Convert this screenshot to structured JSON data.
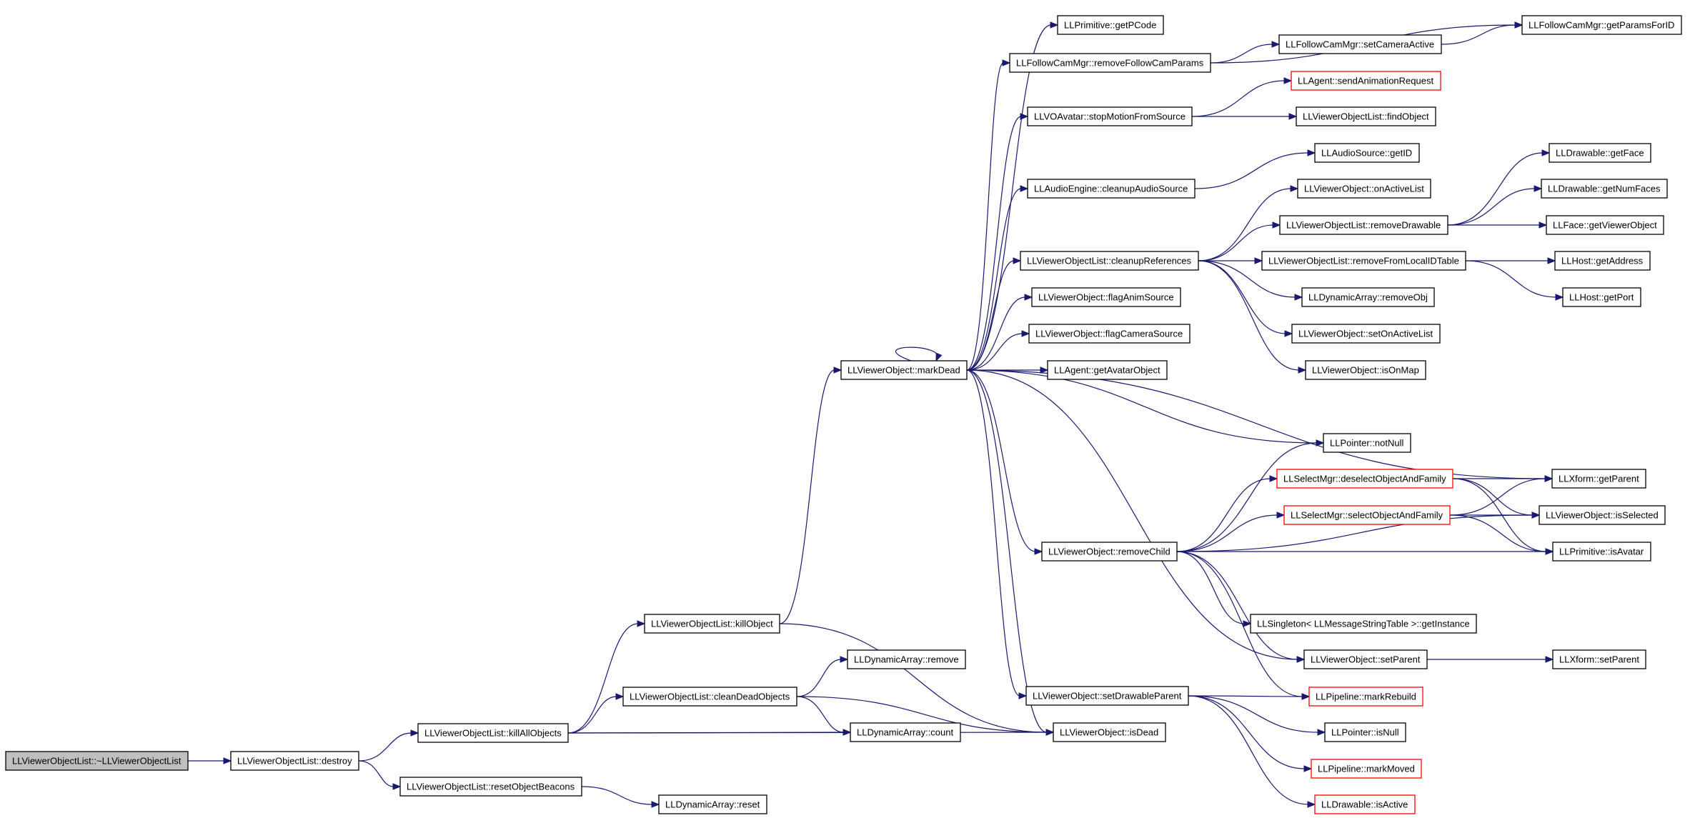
{
  "diagram": {
    "type": "call-graph",
    "colors": {
      "edge": "#191970",
      "border": "#000000",
      "incomplete_border": "#ff0000",
      "root_fill": "#bfbfbf"
    },
    "nodes": [
      {
        "id": "n1",
        "label": "LLViewerObjectList::~LLViewerObjectList",
        "style": "root"
      },
      {
        "id": "n2",
        "label": "LLViewerObjectList::destroy"
      },
      {
        "id": "n3",
        "label": "LLViewerObjectList::killAllObjects"
      },
      {
        "id": "n4",
        "label": "LLViewerObjectList::resetObjectBeacons"
      },
      {
        "id": "n5",
        "label": "LLDynamicArray::reset"
      },
      {
        "id": "n6",
        "label": "LLViewerObjectList::killObject"
      },
      {
        "id": "n7",
        "label": "LLViewerObjectList::cleanDeadObjects"
      },
      {
        "id": "n8",
        "label": "LLDynamicArray::remove"
      },
      {
        "id": "n9",
        "label": "LLDynamicArray::count"
      },
      {
        "id": "n10",
        "label": "LLViewerObject::markDead"
      },
      {
        "id": "n11",
        "label": "LLPrimitive::getPCode"
      },
      {
        "id": "n12",
        "label": "LLFollowCamMgr::removeFollowCamParams"
      },
      {
        "id": "n13",
        "label": "LLVOAvatar::stopMotionFromSource"
      },
      {
        "id": "n14",
        "label": "LLAudioEngine::cleanupAudioSource"
      },
      {
        "id": "n15",
        "label": "LLViewerObjectList::cleanupReferences"
      },
      {
        "id": "n16",
        "label": "LLViewerObject::flagAnimSource"
      },
      {
        "id": "n17",
        "label": "LLViewerObject::flagCameraSource"
      },
      {
        "id": "n18",
        "label": "LLAgent::getAvatarObject"
      },
      {
        "id": "n19",
        "label": "LLViewerObject::removeChild"
      },
      {
        "id": "n20",
        "label": "LLViewerObject::setDrawableParent"
      },
      {
        "id": "n21",
        "label": "LLViewerObject::isDead"
      },
      {
        "id": "n22",
        "label": "LLFollowCamMgr::setCameraActive"
      },
      {
        "id": "n23",
        "label": "LLFollowCamMgr::getParamsForID"
      },
      {
        "id": "n24",
        "label": "LLAgent::sendAnimationRequest",
        "style": "red"
      },
      {
        "id": "n25",
        "label": "LLViewerObjectList::findObject"
      },
      {
        "id": "n26",
        "label": "LLAudioSource::getID"
      },
      {
        "id": "n27",
        "label": "LLViewerObject::onActiveList"
      },
      {
        "id": "n28",
        "label": "LLViewerObjectList::removeDrawable"
      },
      {
        "id": "n29",
        "label": "LLViewerObjectList::removeFromLocalIDTable"
      },
      {
        "id": "n30",
        "label": "LLDynamicArray::removeObj"
      },
      {
        "id": "n31",
        "label": "LLViewerObject::setOnActiveList"
      },
      {
        "id": "n32",
        "label": "LLViewerObject::isOnMap"
      },
      {
        "id": "n33",
        "label": "LLPointer::notNull"
      },
      {
        "id": "n34",
        "label": "LLSelectMgr::deselectObjectAndFamily",
        "style": "red"
      },
      {
        "id": "n35",
        "label": "LLSelectMgr::selectObjectAndFamily",
        "style": "red"
      },
      {
        "id": "n36",
        "label": "LLSingleton< LLMessageStringTable >::getInstance"
      },
      {
        "id": "n37",
        "label": "LLViewerObject::setParent"
      },
      {
        "id": "n38",
        "label": "LLPipeline::markRebuild",
        "style": "red"
      },
      {
        "id": "n39",
        "label": "LLPointer::isNull"
      },
      {
        "id": "n40",
        "label": "LLPipeline::markMoved",
        "style": "red"
      },
      {
        "id": "n41",
        "label": "LLDrawable::isActive",
        "style": "red"
      },
      {
        "id": "n42",
        "label": "LLDrawable::getFace"
      },
      {
        "id": "n43",
        "label": "LLDrawable::getNumFaces"
      },
      {
        "id": "n44",
        "label": "LLFace::getViewerObject"
      },
      {
        "id": "n45",
        "label": "LLHost::getAddress"
      },
      {
        "id": "n46",
        "label": "LLHost::getPort"
      },
      {
        "id": "n47",
        "label": "LLXform::getParent"
      },
      {
        "id": "n48",
        "label": "LLViewerObject::isSelected"
      },
      {
        "id": "n49",
        "label": "LLPrimitive::isAvatar"
      },
      {
        "id": "n50",
        "label": "LLXform::setParent"
      }
    ],
    "edges": [
      [
        "n1",
        "n2"
      ],
      [
        "n2",
        "n3"
      ],
      [
        "n2",
        "n4"
      ],
      [
        "n4",
        "n5"
      ],
      [
        "n3",
        "n6"
      ],
      [
        "n3",
        "n7"
      ],
      [
        "n3",
        "n9"
      ],
      [
        "n3",
        "n21"
      ],
      [
        "n6",
        "n10"
      ],
      [
        "n6",
        "n21"
      ],
      [
        "n7",
        "n8"
      ],
      [
        "n7",
        "n9"
      ],
      [
        "n7",
        "n21"
      ],
      [
        "n10",
        "n10"
      ],
      [
        "n10",
        "n11"
      ],
      [
        "n10",
        "n12"
      ],
      [
        "n10",
        "n13"
      ],
      [
        "n10",
        "n14"
      ],
      [
        "n10",
        "n15"
      ],
      [
        "n10",
        "n16"
      ],
      [
        "n10",
        "n17"
      ],
      [
        "n10",
        "n18"
      ],
      [
        "n10",
        "n33"
      ],
      [
        "n10",
        "n47"
      ],
      [
        "n10",
        "n19"
      ],
      [
        "n10",
        "n37"
      ],
      [
        "n10",
        "n20"
      ],
      [
        "n10",
        "n21"
      ],
      [
        "n12",
        "n22"
      ],
      [
        "n12",
        "n23"
      ],
      [
        "n22",
        "n23"
      ],
      [
        "n13",
        "n24"
      ],
      [
        "n13",
        "n25"
      ],
      [
        "n14",
        "n26"
      ],
      [
        "n15",
        "n27"
      ],
      [
        "n15",
        "n28"
      ],
      [
        "n15",
        "n29"
      ],
      [
        "n15",
        "n30"
      ],
      [
        "n15",
        "n31"
      ],
      [
        "n15",
        "n32"
      ],
      [
        "n28",
        "n42"
      ],
      [
        "n28",
        "n43"
      ],
      [
        "n28",
        "n44"
      ],
      [
        "n29",
        "n45"
      ],
      [
        "n29",
        "n46"
      ],
      [
        "n19",
        "n33"
      ],
      [
        "n19",
        "n34"
      ],
      [
        "n19",
        "n35"
      ],
      [
        "n19",
        "n48"
      ],
      [
        "n19",
        "n49"
      ],
      [
        "n19",
        "n36"
      ],
      [
        "n19",
        "n37"
      ],
      [
        "n19",
        "n38"
      ],
      [
        "n34",
        "n47"
      ],
      [
        "n34",
        "n48"
      ],
      [
        "n34",
        "n49"
      ],
      [
        "n35",
        "n47"
      ],
      [
        "n35",
        "n48"
      ],
      [
        "n35",
        "n49"
      ],
      [
        "n37",
        "n50"
      ],
      [
        "n20",
        "n38"
      ],
      [
        "n20",
        "n39"
      ],
      [
        "n20",
        "n40"
      ],
      [
        "n20",
        "n41"
      ]
    ]
  }
}
